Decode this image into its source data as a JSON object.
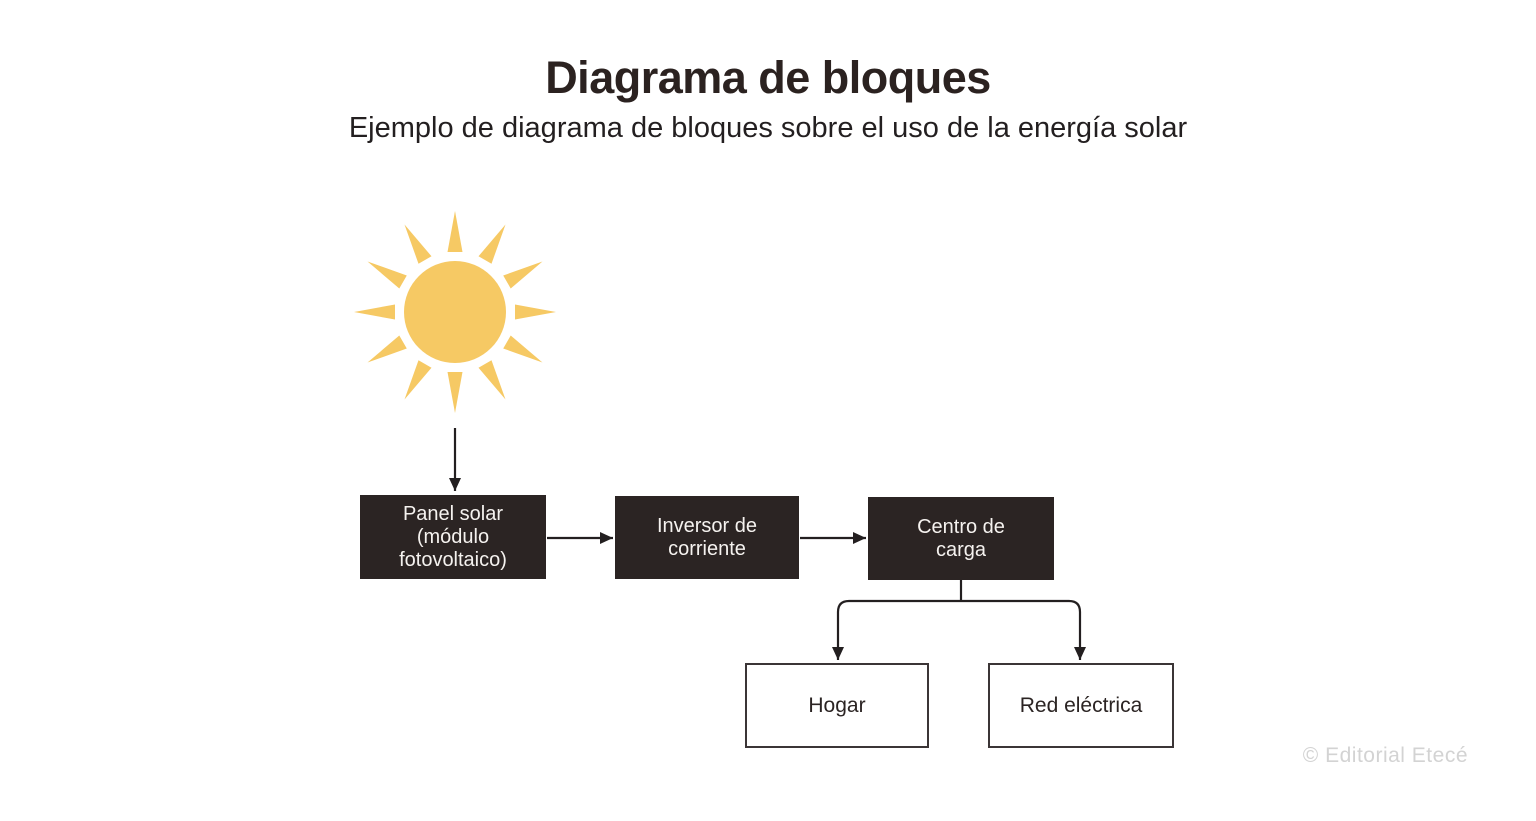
{
  "title": "Diagrama de bloques",
  "subtitle": "Ejemplo de diagrama de bloques sobre el uso de la energía solar",
  "diagram": {
    "nodes": [
      {
        "id": "sun",
        "type": "icon",
        "icon": "sun-icon"
      },
      {
        "id": "panel",
        "label": "Panel solar\n(módulo\nfotovoltaico)",
        "style": "dark"
      },
      {
        "id": "inversor",
        "label": "Inversor de\ncorriente",
        "style": "dark"
      },
      {
        "id": "centro",
        "label": "Centro de\ncarga",
        "style": "dark"
      },
      {
        "id": "hogar",
        "label": "Hogar",
        "style": "light"
      },
      {
        "id": "red",
        "label": "Red eléctrica",
        "style": "light"
      }
    ],
    "edges": [
      {
        "from": "sun",
        "to": "panel"
      },
      {
        "from": "panel",
        "to": "inversor"
      },
      {
        "from": "inversor",
        "to": "centro"
      },
      {
        "from": "centro",
        "to": "hogar"
      },
      {
        "from": "centro",
        "to": "red"
      }
    ]
  },
  "colors": {
    "sun": "#F6C964",
    "block_dark_bg": "#2B2423",
    "block_dark_text": "#F5F2EF",
    "line": "#231F20",
    "light_block_border": "#3B3536",
    "title_text": "#2B2220",
    "watermark_text": "#D3D3D3"
  },
  "watermark": "© Editorial Etecé"
}
